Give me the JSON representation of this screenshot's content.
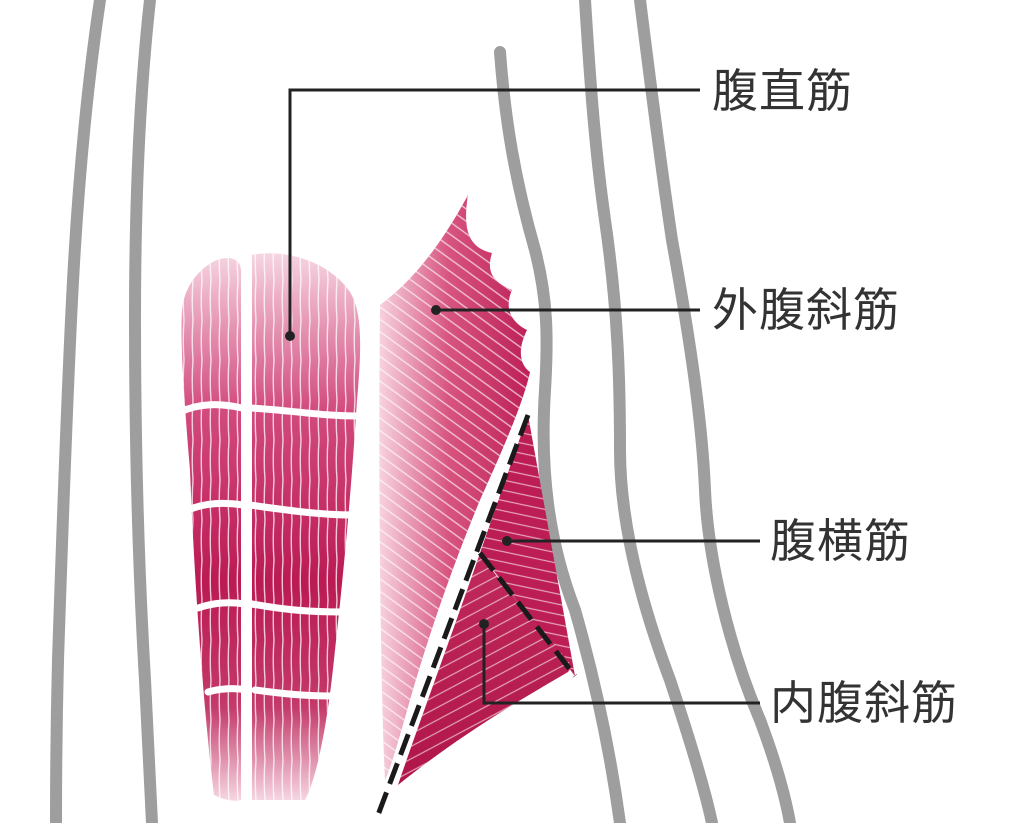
{
  "labels": {
    "rectus_abdominis": "腹直筋",
    "external_oblique": "外腹斜筋",
    "transversus_abdominis": "腹横筋",
    "internal_oblique": "内腹斜筋"
  },
  "colors": {
    "body_outline": "#9e9e9e",
    "muscle_dark": "#b8154f",
    "muscle_light": "#f6d2de",
    "leader_line": "#222222",
    "label_text": "#333333"
  }
}
